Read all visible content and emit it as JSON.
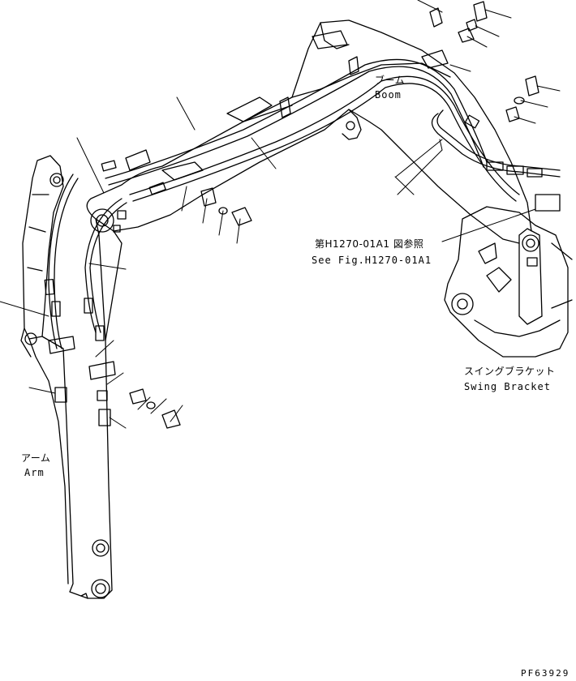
{
  "labels": {
    "boom_jp": "ブーム",
    "boom_en": "Boom",
    "reference_jp": "第H1270-01A1 図参照",
    "reference_en": "See Fig.H1270-01A1",
    "swing_bracket_jp": "スイングブラケット",
    "swing_bracket_en": "Swing Bracket",
    "arm_jp": "アーム",
    "arm_en": "Arm"
  },
  "document_id": "PF63929",
  "colors": {
    "line": "#000000",
    "background": "#ffffff"
  }
}
